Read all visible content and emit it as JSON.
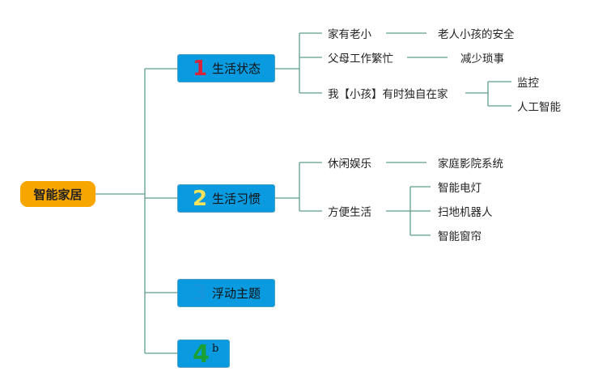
{
  "root": {
    "label": "智能家居"
  },
  "branches": [
    {
      "number": "1",
      "label": "生活状态",
      "number_color": "#d8243a"
    },
    {
      "number": "2",
      "label": "生活习惯",
      "number_color": "#f2e35a"
    },
    {
      "number": "3",
      "label": "浮动主题",
      "number_color": "#2a8fd8"
    },
    {
      "number": "4",
      "label": "b",
      "number_color": "#1aa034"
    }
  ],
  "nodes": {
    "a1": "家有老小",
    "a1c": "老人小孩的安全",
    "a2": "父母工作繁忙",
    "a2c": "减少琐事",
    "a3": "我【小孩】有时独自在家",
    "a3c1": "监控",
    "a3c2": "人工智能",
    "b1": "休闲娱乐",
    "b1c": "家庭影院系统",
    "b2": "方便生活",
    "b2c1": "智能电灯",
    "b2c2": "扫地机器人",
    "b2c3": "智能窗帘"
  },
  "colors": {
    "line": "#5f9e86",
    "root": "#f7a600",
    "branch": "#0a9ae0"
  }
}
